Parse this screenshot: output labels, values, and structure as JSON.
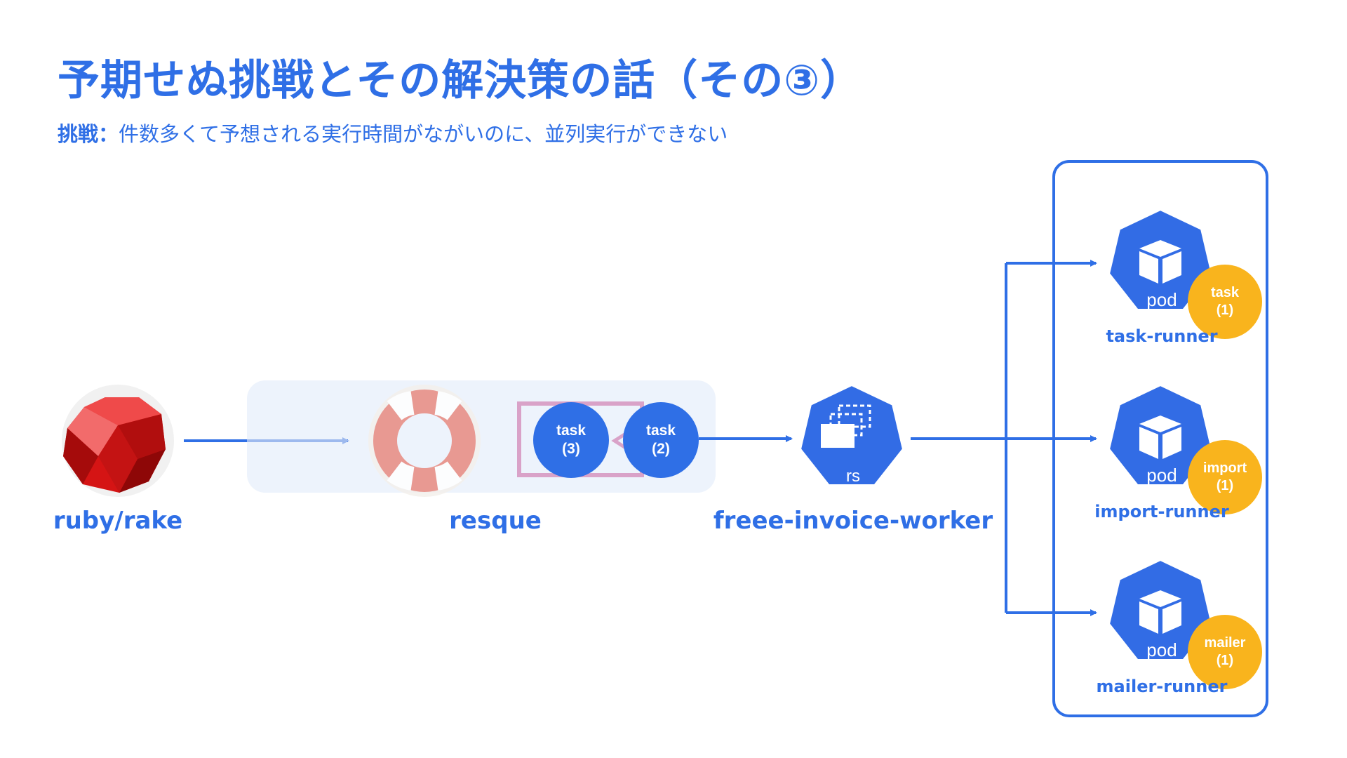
{
  "title": "予期せぬ挑戦とその解決策の話（その③）",
  "subtitle": {
    "label": "挑戦：",
    "text": "件数多くて予想される実行時間がながいのに、並列実行ができない"
  },
  "nodes": {
    "source": {
      "label": "ruby/rake",
      "icon": "ruby-gem-icon"
    },
    "queue": {
      "label": "resque",
      "icon": "lifebuoy-icon",
      "tasks": [
        {
          "name": "task",
          "count": "(3)"
        },
        {
          "name": "task",
          "count": "(2)"
        }
      ]
    },
    "worker": {
      "label": "freee-invoice-worker",
      "icon_text": "rs"
    },
    "pods": [
      {
        "label": "task-runner",
        "icon_text": "pod",
        "badge_name": "task",
        "badge_count": "(1)"
      },
      {
        "label": "import-runner",
        "icon_text": "pod",
        "badge_name": "import",
        "badge_count": "(1)"
      },
      {
        "label": "mailer-runner",
        "icon_text": "pod",
        "badge_name": "mailer",
        "badge_count": "(1)"
      }
    ]
  },
  "colors": {
    "accent": "#2F6FE6",
    "badge": "#F9B41D",
    "ruby": "#D51414",
    "queue_bg": "#EDF3FC",
    "lifebuoy": "#E88A80"
  }
}
